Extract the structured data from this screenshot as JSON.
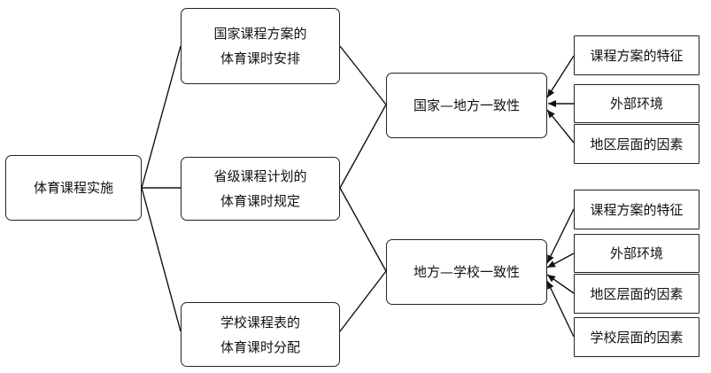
{
  "root": {
    "label": "体育课程实施"
  },
  "mid": [
    {
      "line1": "国家课程方案的",
      "line2": "体育课时安排"
    },
    {
      "line1": "省级课程计划的",
      "line2": "体育课时规定"
    },
    {
      "line1": "学校课程表的",
      "line2": "体育课时分配"
    }
  ],
  "consistency": [
    {
      "label": "国家—地方一致性"
    },
    {
      "label": "地方—学校一致性"
    }
  ],
  "factors_top": [
    {
      "label": "课程方案的特征"
    },
    {
      "label": "外部环境"
    },
    {
      "label": "地区层面的因素"
    }
  ],
  "factors_bottom": [
    {
      "label": "课程方案的特征"
    },
    {
      "label": "外部环境"
    },
    {
      "label": "地区层面的因素"
    },
    {
      "label": "学校层面的因素"
    }
  ]
}
